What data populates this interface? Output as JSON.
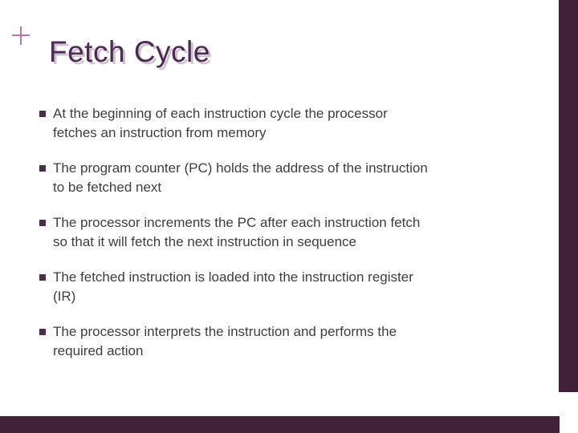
{
  "slide": {
    "title": "Fetch Cycle",
    "bullets": [
      {
        "lines": [
          "At the beginning of each instruction cycle the processor",
          "fetches an instruction from memory"
        ]
      },
      {
        "lines": [
          "The program counter (PC) holds the address of the instruction",
          "to be fetched next"
        ]
      },
      {
        "lines": [
          "The processor increments the PC after each instruction fetch",
          "so that it will fetch the next instruction in sequence"
        ]
      },
      {
        "lines": [
          "The fetched instruction is loaded into the instruction register",
          "(IR)"
        ]
      },
      {
        "lines": [
          "The processor interprets the instruction and performs the",
          "required action"
        ]
      }
    ]
  },
  "icons": {
    "plus_icon": "+",
    "bullet_square_icon": "■"
  },
  "theme": {
    "background": "#ffffff",
    "title_color": "#4c2a52",
    "title_shadow_color": "#cfc3d3",
    "plus_color": "#b077b0",
    "bullet_square_color": "#4b2c4b",
    "body_text_color": "#3e3e3e",
    "accent_bar_color": "#412139"
  }
}
